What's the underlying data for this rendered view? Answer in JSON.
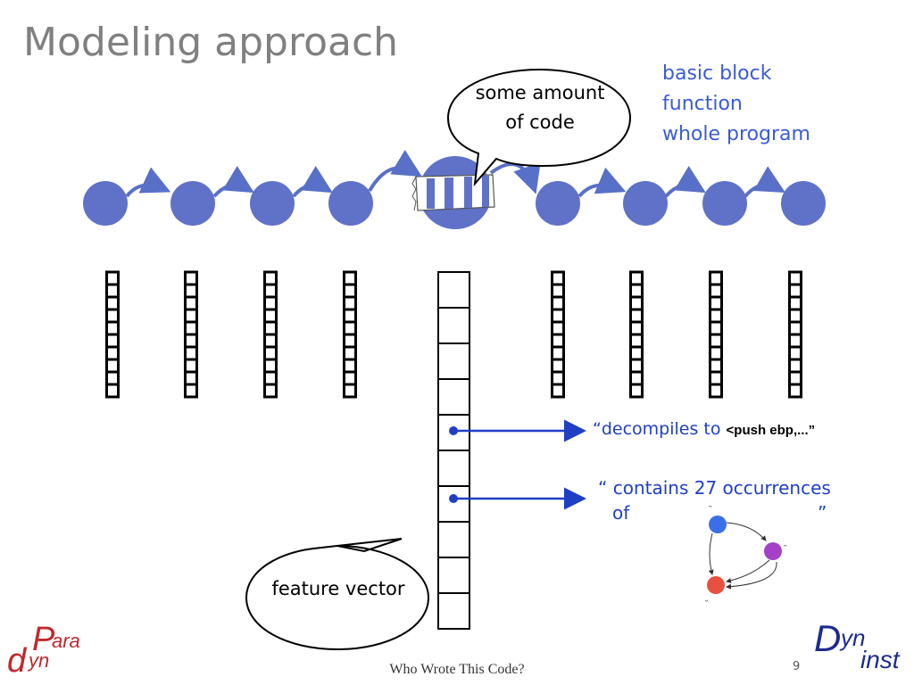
{
  "slide": {
    "title": "Modeling approach",
    "granularity_levels": [
      "basic block",
      "function",
      "whole program"
    ],
    "top_bubble": {
      "line1": "some amount",
      "line2": "of code"
    },
    "bottom_bubble": "feature vector",
    "annotations": {
      "decompiles": {
        "prefix": "“decompiles to ",
        "code": "<push ebp,...",
        "suffix": "”"
      },
      "contains": {
        "line1": "“ contains 27 occurrences",
        "line2": "of",
        "close_quote": "”"
      }
    },
    "graph_labels": {
      "node1": "˵",
      "node2": "˵",
      "node3": "˵"
    },
    "footer": "Who Wrote This Code?",
    "page_number": "9",
    "logos": {
      "paradyn": {
        "big_p": "P",
        "ara": "ara",
        "big_d": "d",
        "yn": "yn"
      },
      "dyninst": {
        "big_d": "D",
        "yn": "yn",
        "inst": "inst"
      }
    },
    "colors": {
      "node": "#6072c8",
      "arrow": "#5870c8",
      "annotation_blue": "#1f3fc5",
      "level_text": "#3a5bd9",
      "red_line": "#e0151b"
    }
  }
}
